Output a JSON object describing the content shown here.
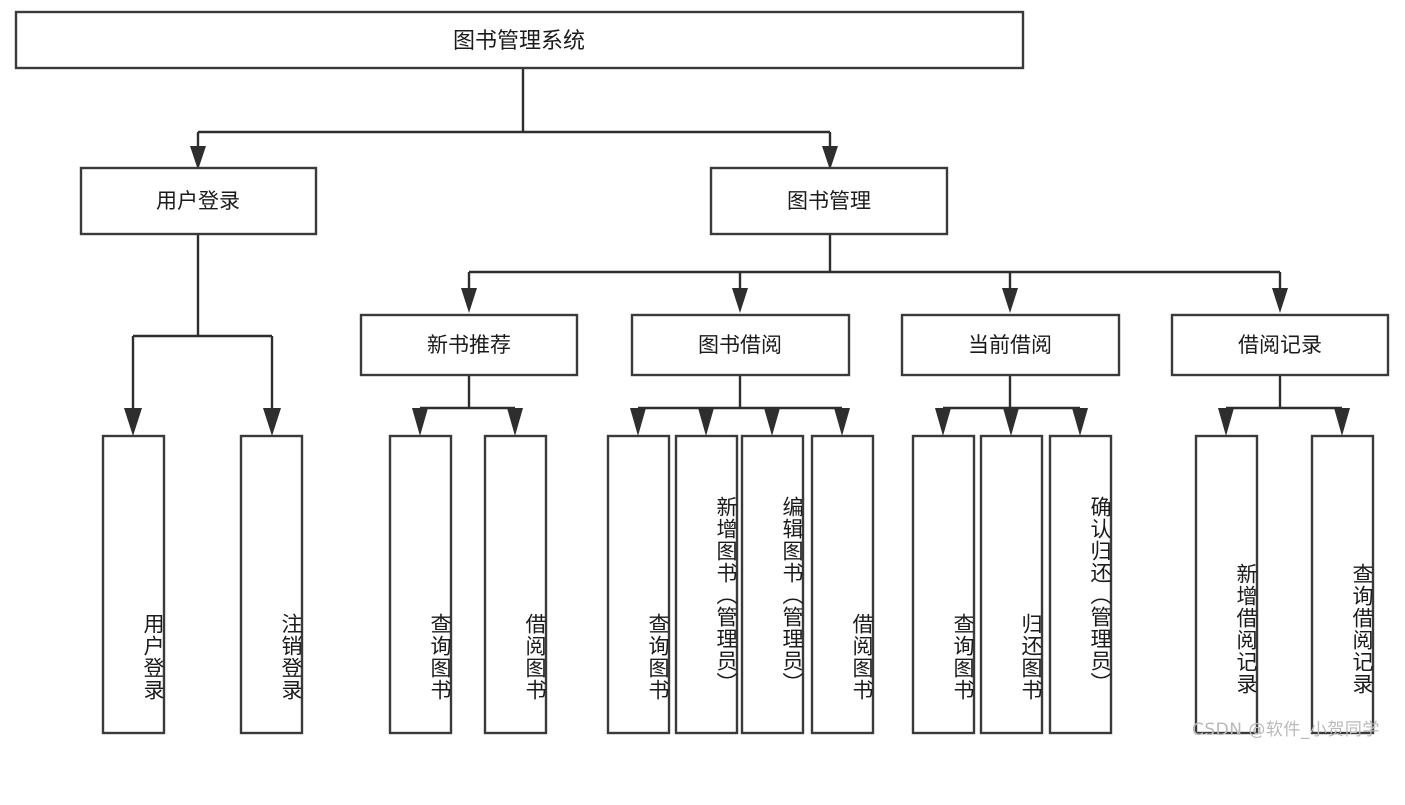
{
  "diagram": {
    "title": "图书管理系统",
    "type": "tree",
    "root": {
      "id": "root",
      "label": "图书管理系统"
    },
    "level2": [
      {
        "id": "user-login",
        "label": "用户登录"
      },
      {
        "id": "book-manage",
        "label": "图书管理"
      }
    ],
    "level3": [
      {
        "id": "new-book-rec",
        "label": "新书推荐",
        "parent": "book-manage"
      },
      {
        "id": "book-borrow",
        "label": "图书借阅",
        "parent": "book-manage"
      },
      {
        "id": "current-borrow",
        "label": "当前借阅",
        "parent": "book-manage"
      },
      {
        "id": "borrow-record",
        "label": "借阅记录",
        "parent": "book-manage"
      }
    ],
    "leaves": [
      {
        "id": "leaf-user-login",
        "label": "用户登录",
        "parent": "user-login"
      },
      {
        "id": "leaf-logout",
        "label": "注销登录",
        "parent": "user-login"
      },
      {
        "id": "leaf-query-book-1",
        "label": "查询图书",
        "parent": "new-book-rec"
      },
      {
        "id": "leaf-borrow-book-1",
        "label": "借阅图书",
        "parent": "new-book-rec"
      },
      {
        "id": "leaf-query-book-2",
        "label": "查询图书",
        "parent": "book-borrow"
      },
      {
        "id": "leaf-add-book",
        "label": "新增图书（管理员）",
        "parent": "book-borrow"
      },
      {
        "id": "leaf-edit-book",
        "label": "编辑图书（管理员）",
        "parent": "book-borrow"
      },
      {
        "id": "leaf-borrow-book-2",
        "label": "借阅图书",
        "parent": "book-borrow"
      },
      {
        "id": "leaf-query-book-3",
        "label": "查询图书",
        "parent": "current-borrow"
      },
      {
        "id": "leaf-return-book",
        "label": "归还图书",
        "parent": "current-borrow"
      },
      {
        "id": "leaf-confirm-return",
        "label": "确认归还（管理员）",
        "parent": "current-borrow"
      },
      {
        "id": "leaf-add-record",
        "label": "新增借阅记录",
        "parent": "borrow-record"
      },
      {
        "id": "leaf-query-record",
        "label": "查询借阅记录",
        "parent": "borrow-record"
      }
    ]
  },
  "watermark": {
    "text": "CSDN @软件_小贺同学"
  },
  "colors": {
    "box_stroke": "#3a3a3a",
    "connector": "#2e2e2e",
    "text": "#1b1b1b",
    "background": "#ffffff",
    "watermark": "#b9b9b9"
  }
}
